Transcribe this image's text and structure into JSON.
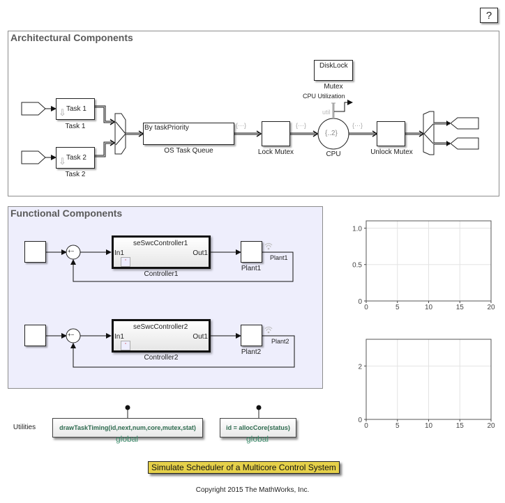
{
  "help_button": {
    "label": "?"
  },
  "architectural": {
    "title": "Architectural Components",
    "task1": {
      "inside": "Task 1",
      "label": "Task 1"
    },
    "task2": {
      "inside": "Task 2",
      "label": "Task 2"
    },
    "queue": {
      "inside": "By taskPriority",
      "label": "OS Task Queue"
    },
    "lock_mutex": {
      "label": "Lock Mutex"
    },
    "disklock": {
      "inside": "DiskLock",
      "label": "Mutex"
    },
    "cpu": {
      "inside": "{..2}",
      "label": "CPU",
      "port": "util",
      "output_label": "CPU Utilization"
    },
    "unlock_mutex": {
      "label": "Unlock Mutex"
    },
    "bus_marker": "{⋯}"
  },
  "functional": {
    "title": "Functional Components",
    "loops": [
      {
        "controller_name": "seSwcController1",
        "in_port": "In1",
        "out_port": "Out1",
        "controller_label": "Controller1",
        "plant_label": "Plant1",
        "signal_label": "Plant1"
      },
      {
        "controller_name": "seSwcController2",
        "in_port": "In1",
        "out_port": "Out1",
        "controller_label": "Controller2",
        "plant_label": "Plant2",
        "signal_label": "Plant2"
      }
    ],
    "sum_signs": "+−"
  },
  "utilities": {
    "label": "Utilities",
    "functions": [
      {
        "signature": "drawTaskTiming(id,next,num,core,mutex,stat)",
        "scope": "global"
      },
      {
        "signature": "id = allocCore(status)",
        "scope": "global"
      }
    ]
  },
  "annotation": "Simulate Scheduler of a Multicore Control System",
  "copyright": "Copyright 2015 The MathWorks, Inc.",
  "chart_data": [
    {
      "type": "line",
      "title": "",
      "xlabel": "",
      "ylabel": "",
      "series": [],
      "xlim": [
        0,
        20
      ],
      "ylim": [
        0,
        1.1
      ],
      "xticks": [
        "0",
        "5",
        "10",
        "15",
        "20"
      ],
      "yticks": [
        "0",
        "0.5",
        "1.0"
      ],
      "grid": true
    },
    {
      "type": "line",
      "title": "",
      "xlabel": "",
      "ylabel": "",
      "series": [],
      "xlim": [
        0,
        20
      ],
      "ylim": [
        0,
        3
      ],
      "xticks": [
        "0",
        "5",
        "10",
        "15",
        "20"
      ],
      "yticks": [
        "0",
        "2"
      ],
      "grid": true
    }
  ]
}
